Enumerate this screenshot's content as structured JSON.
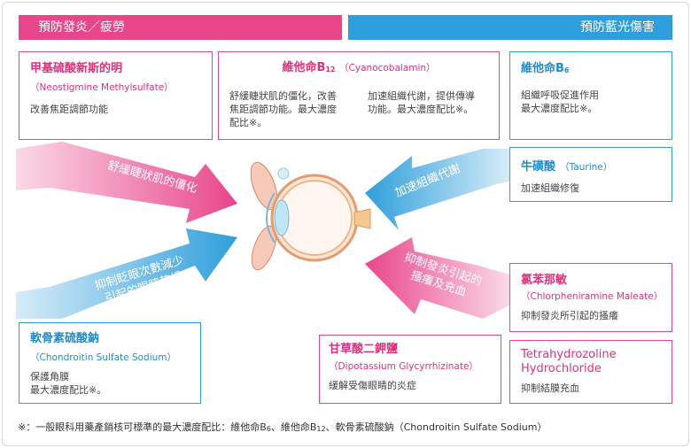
{
  "banners": {
    "left": "預防發炎／疲勞",
    "right": "預防藍光傷害"
  },
  "boxes": {
    "neostigmine": {
      "name": "甲基硫酸新斯的明",
      "eng": "（Neostigmine Methylsulfate）",
      "desc": "改善焦距調節功能"
    },
    "b12": {
      "name_prefix": "維他命B",
      "name_sub": "12",
      "eng": "（Cyanocobalamin）",
      "desc_left_1": "舒緩睫狀肌的僵化，改善",
      "desc_left_2": "焦距調節功能。最大濃度",
      "desc_left_3": "配比※。",
      "desc_right_1": "加速組織代謝，提供傳導",
      "desc_right_2": "功能。最大濃度配比※。"
    },
    "b6": {
      "name_prefix": "維他命B",
      "name_sub": "6",
      "desc_1": "組織呼吸促進作用",
      "desc_2": "最大濃度配比※。"
    },
    "taurine": {
      "name": "牛磺酸",
      "eng": "（Taurine）",
      "desc": "加速組織修復"
    },
    "chlorphen": {
      "name": "氯苯那敏",
      "eng": "（Chlorpheniramine Maleate）",
      "desc": "抑制發炎所引起的搔癢"
    },
    "chondroitin": {
      "name": "軟骨素硫酸鈉",
      "eng": "（Chondroitin Sulfate Sodium）",
      "desc_1": "保護角膜",
      "desc_2": "最大濃度配比※。"
    },
    "dipotassium": {
      "name": "甘草酸二鉀鹽",
      "eng": "（Dipotassium Glycyrrhizinate）",
      "desc": "緩解受傷眼睛的炎症"
    },
    "tetrahydro": {
      "name_1": "Tetrahydrozoline",
      "name_2": "Hydrochloride",
      "desc": "抑制結膜充血"
    }
  },
  "arrows": {
    "top_left": "舒緩睫狀肌的僵化",
    "bottom_left_1": "抑制眨眼次數減少",
    "bottom_left_2": "引起的眼睛乾燥",
    "top_right": "加速組織代謝",
    "bottom_right_1": "抑制發炎引起的",
    "bottom_right_2": "搔癢及充血"
  },
  "footnote": {
    "part1": "※：一般眼科用藥產銷核可標準的最大濃度配比：維他命B",
    "sub1": "6",
    "part2": "、維他命B",
    "sub2": "12",
    "part3": "、軟骨素硫酸鈉（Chondroitin Sulfate Sodium）"
  },
  "colors": {
    "pink": "#e8458b",
    "blue": "#2f9fdb"
  }
}
